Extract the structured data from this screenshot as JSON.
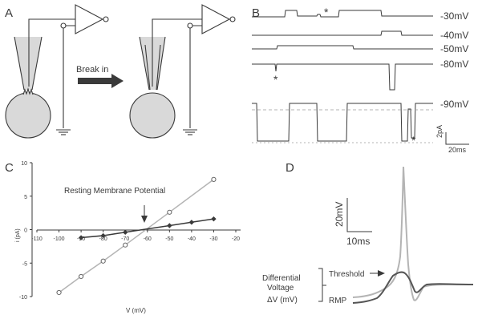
{
  "panels": {
    "a": "A",
    "b": "B",
    "c": "C",
    "d": "D"
  },
  "panel_a": {
    "arrow_label": "Break in"
  },
  "panel_b": {
    "voltages": [
      "-30mV",
      "-40mV",
      "-50mV",
      "-80mV",
      "-90mV"
    ],
    "markers": [
      "*",
      "*",
      "*"
    ],
    "scale_current": "2pA",
    "scale_time": "20ms"
  },
  "panel_c": {
    "annotation": "Resting Membrane Potential",
    "xlabel": "V (mV)",
    "ylabel": "i (pA)",
    "xticks": [
      "-110",
      "-100",
      "-90",
      "-80",
      "-70",
      "-60",
      "-50",
      "-40",
      "-30",
      "-20"
    ],
    "yticks": [
      "10",
      "5",
      "0",
      "-5",
      "-10"
    ]
  },
  "panel_d": {
    "scale_voltage": "20mV",
    "scale_time": "10ms",
    "threshold": "Threshold",
    "rmp": "RMP",
    "differential": [
      "Differential",
      "Voltage",
      "ΔV (mV)"
    ]
  },
  "colors": {
    "ink": "#3a3a3a",
    "gray": "#b4b4b4",
    "fill": "#d9d9d9"
  },
  "chart_data": {
    "type": "scatter",
    "xlim": [
      -110,
      -20
    ],
    "ylim": [
      -10,
      10
    ],
    "grid": false,
    "series": [
      {
        "marker": "open-circle",
        "x": [
          -100,
          -90,
          -80,
          -70,
          -50,
          -30
        ],
        "y": [
          -9.4,
          -7.0,
          -4.7,
          -2.3,
          2.6,
          7.5
        ]
      },
      {
        "marker": "filled-diamond",
        "x": [
          -90,
          -80,
          -70,
          -50,
          -40,
          -30
        ],
        "y": [
          -1.2,
          -0.9,
          -0.4,
          0.6,
          1.1,
          1.6
        ]
      }
    ],
    "annotation_arrow_x": -62
  }
}
